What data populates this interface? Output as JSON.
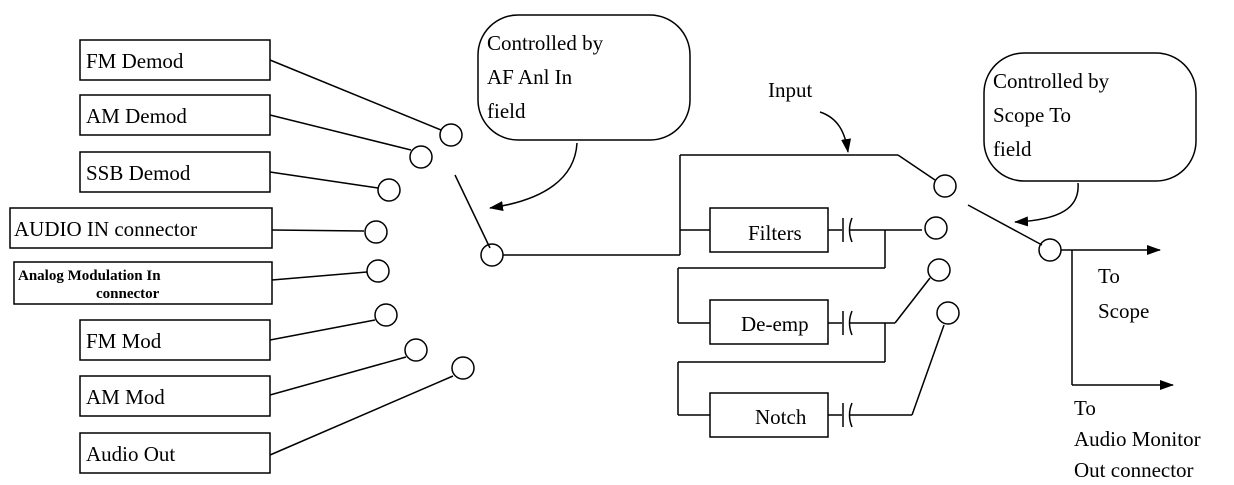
{
  "sources": {
    "fm_demod": "FM Demod",
    "am_demod": "AM Demod",
    "ssb_demod": "SSB Demod",
    "audio_in": "AUDIO IN connector",
    "analog_mod_line1": "Analog Modulation In",
    "analog_mod_line2": "connector",
    "fm_mod": "FM Mod",
    "am_mod": "AM Mod",
    "audio_out": "Audio Out"
  },
  "callouts": {
    "left_line1": "Controlled by",
    "left_line2": "AF Anl In",
    "left_line3": "field",
    "right_line1": "Controlled by",
    "right_line2": "Scope To",
    "right_line3": "field"
  },
  "input_label": "Input",
  "blocks": {
    "filters": "Filters",
    "deemp": "De-emp",
    "notch": "Notch"
  },
  "outputs": {
    "scope_line1": "To",
    "scope_line2": "Scope",
    "monitor_line1": "To",
    "monitor_line2": "Audio Monitor",
    "monitor_line3": "Out connector"
  }
}
